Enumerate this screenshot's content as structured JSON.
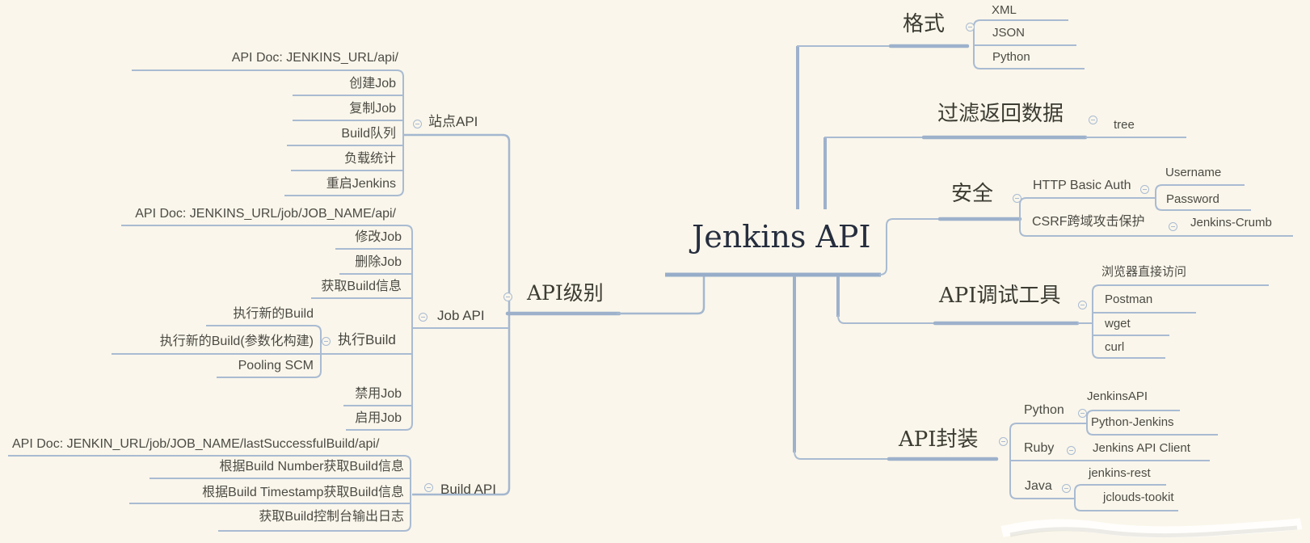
{
  "root": {
    "label": "Jenkins API"
  },
  "left_branch": {
    "label": "API级别",
    "groups": [
      {
        "label": "站点API",
        "doc": "API Doc: JENKINS_URL/api/",
        "items": [
          "创建Job",
          "复制Job",
          "Build队列",
          "负载统计",
          "重启Jenkins"
        ]
      },
      {
        "label": "Job API",
        "doc": "API Doc: JENKINS_URL/job/JOB_NAME/api/",
        "items": [
          "修改Job",
          "删除Job",
          "获取Build信息"
        ],
        "sub": {
          "label": "执行Build",
          "items": [
            "执行新的Build",
            "执行新的Build(参数化构建)",
            "Pooling SCM"
          ]
        },
        "items2": [
          "禁用Job",
          "启用Job"
        ]
      },
      {
        "label": "Build API",
        "doc": "API Doc: JENKIN_URL/job/JOB_NAME/lastSuccessfulBuild/api/",
        "items": [
          "根据Build Number获取Build信息",
          "根据Build Timestamp获取Build信息",
          "获取Build控制台输出日志"
        ]
      }
    ]
  },
  "right_branches": [
    {
      "label": "格式",
      "items": [
        "XML",
        "JSON",
        "Python"
      ]
    },
    {
      "label": "过滤返回数据",
      "items": [
        "tree"
      ]
    },
    {
      "label": "安全",
      "children": [
        {
          "label": "HTTP Basic Auth",
          "items": [
            "Username",
            "Password"
          ]
        },
        {
          "label": "CSRF跨域攻击保护",
          "items": [
            "Jenkins-Crumb"
          ]
        }
      ]
    },
    {
      "label": "API调试工具",
      "items": [
        "浏览器直接访问",
        "Postman",
        "wget",
        "curl"
      ]
    },
    {
      "label": "API封装",
      "children": [
        {
          "label": "Python",
          "items": [
            "JenkinsAPI",
            "Python-Jenkins"
          ]
        },
        {
          "label": "Ruby",
          "items": [
            "Jenkins API Client"
          ]
        },
        {
          "label": "Java",
          "items": [
            "jenkins-rest",
            "jclouds-tookit"
          ]
        }
      ]
    }
  ],
  "colors": {
    "background": "#faf6eb",
    "line": "#a9bbd2",
    "line_bold": "#9db1cb",
    "text": "#4b4b44"
  }
}
